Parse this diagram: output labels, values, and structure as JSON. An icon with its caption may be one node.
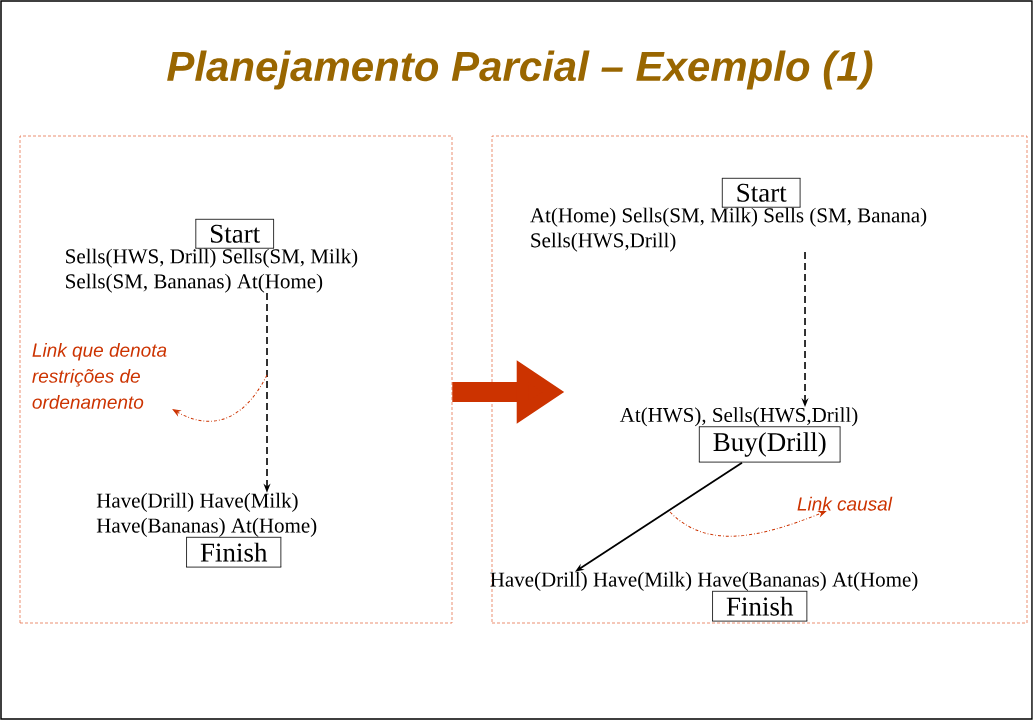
{
  "diagram": {
    "title": "Planejamento Parcial – Exemplo (1)",
    "nodes": [
      {
        "text": [],
        "shape": "box"
      },
      {
        "text": [
          "Start",
          "Sells(HWS, Drill) Sells(SM, Milk) Sells(SM, Bananas) At(Home)"
        ],
        "in": 0
      },
      {
        "text": [
          "Link que denota restrições de ordenamento"
        ],
        "in": 0
      },
      {
        "text": [
          "Have(Drill) Have(Milk) Have(Bananas) At(Home)",
          "Finish"
        ],
        "in": 0
      },
      {
        "text": [],
        "shape": "box"
      },
      {
        "text": [
          "Start",
          "At(Home) Sells(SM, Milk) Sells (SM, Banana) Sells(HWS,Drill)"
        ],
        "in": 4
      },
      {
        "text": [
          "At(HWS), Sells(HWS,Drill)",
          "Buy(Drill)"
        ],
        "in": 4
      },
      {
        "text": [
          "Link causal"
        ],
        "in": 4
      },
      {
        "text": [
          "Have(Drill) Have(Milk) Have(Bananas) At(Home)",
          "Finish"
        ],
        "in": 4
      }
    ],
    "edges": [
      {
        "from": 1,
        "to": 3,
        "arrow": "to",
        "style": "dashed"
      },
      {
        "from": 0,
        "to": 4,
        "arrow": "to",
        "style": "thick",
        "color": "#cc3300"
      },
      {
        "from": 5,
        "to": 6,
        "arrow": "to",
        "style": "dashed"
      },
      {
        "from": 6,
        "to": 8,
        "arrow": "to"
      },
      {
        "from": null,
        "to": 2,
        "arrow": "to",
        "style": "dashed",
        "color": "#cc3300"
      },
      {
        "from": null,
        "to": 7,
        "arrow": "to",
        "style": "dashed",
        "color": "#cc3300"
      }
    ]
  }
}
